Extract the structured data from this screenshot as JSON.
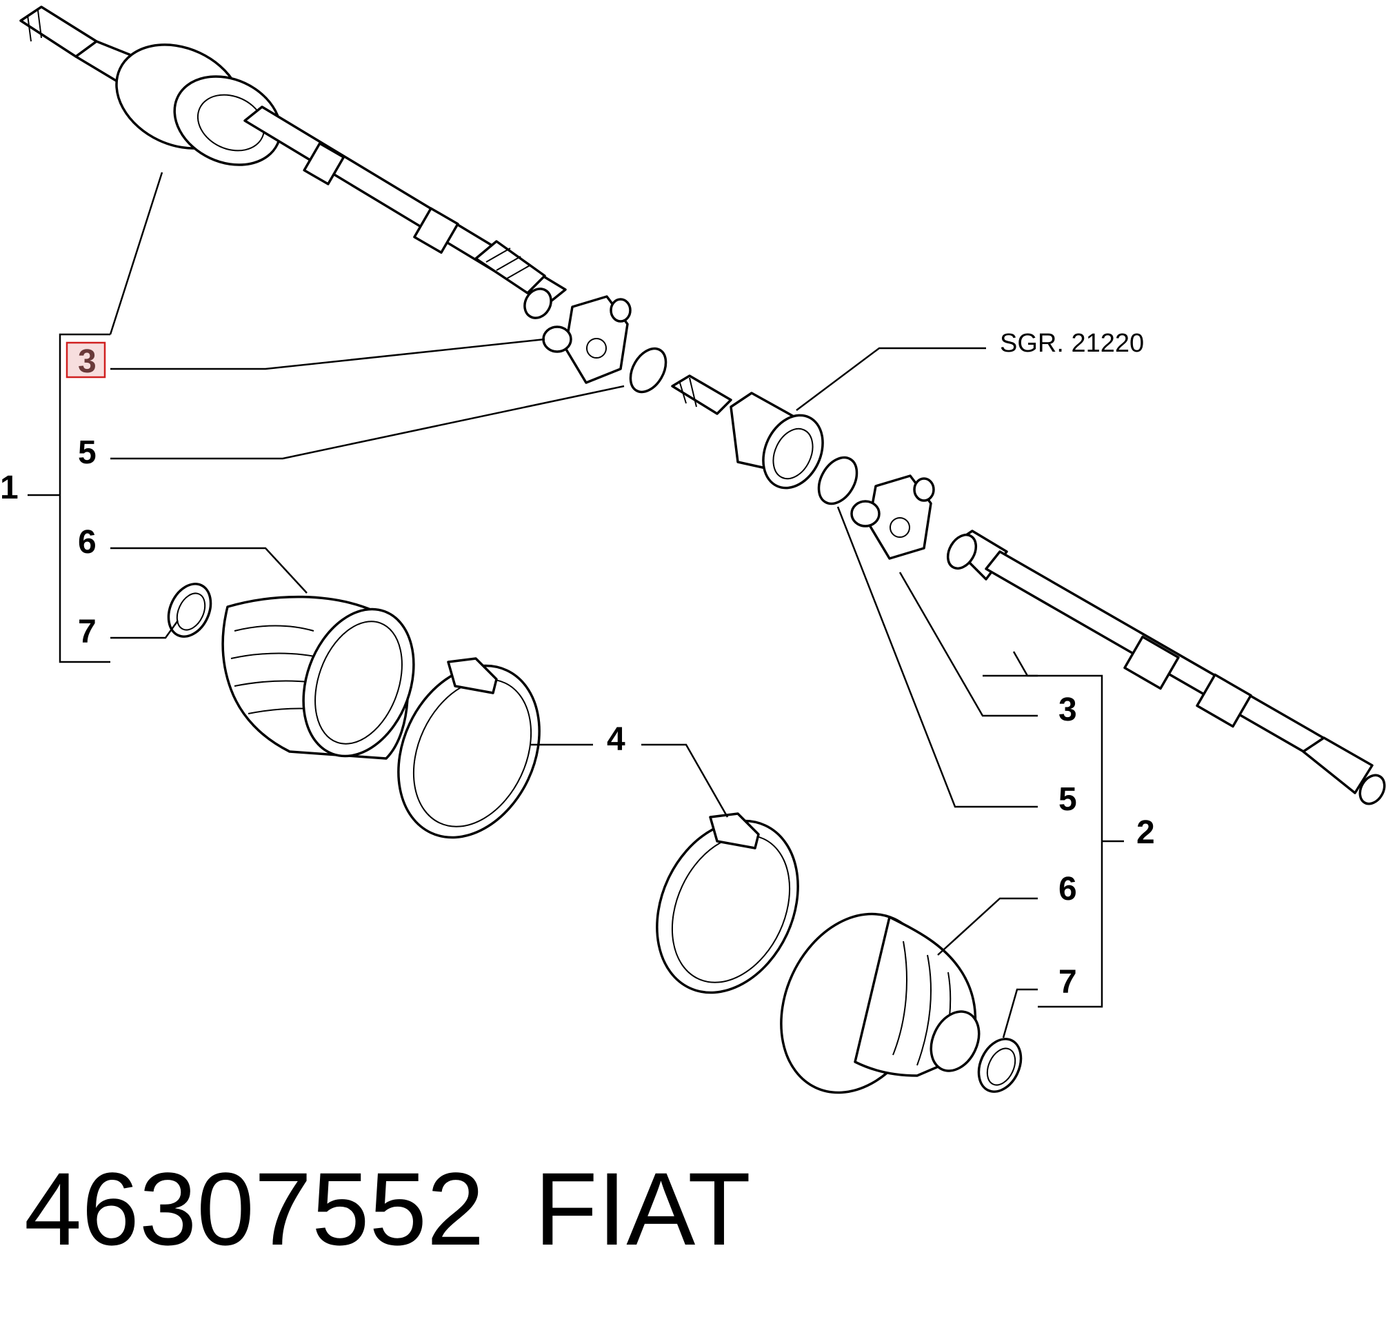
{
  "callouts": {
    "left_group": "1",
    "right_group": "2",
    "left_tripod": "3",
    "left_circlip": "5",
    "left_boot": "6",
    "left_small_clamp": "7",
    "large_clamp": "4",
    "right_tripod": "3",
    "right_circlip": "5",
    "right_boot": "6",
    "right_small_clamp": "7"
  },
  "reference": "SGR. 21220",
  "footer": {
    "part_number": "46307552",
    "brand": "FIAT"
  },
  "highlighted_callout": "3",
  "colors": {
    "line": "#000000",
    "highlight_fill": "#f7dede",
    "highlight_border": "#d02020"
  }
}
